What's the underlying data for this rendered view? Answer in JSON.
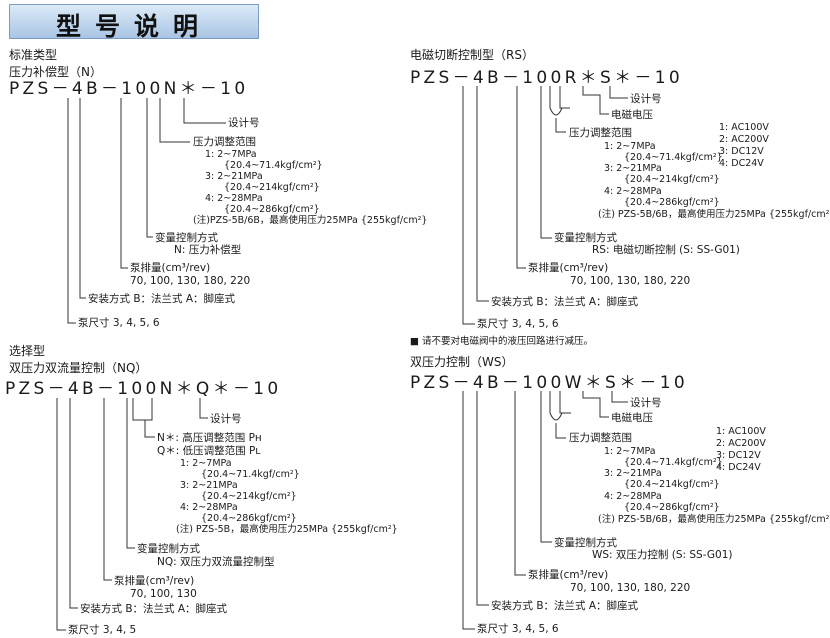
{
  "title": "型号说明",
  "note_general": "■ 请不要对电磁阀中的液压回路进行减压。",
  "n": {
    "section1": "标准类型",
    "section2": "压力补偿型（N）",
    "model": "PZS－4B－100N＊－10",
    "design": "设计号",
    "range_title": "压力调整范围",
    "r1": "1:  2~7MPa",
    "r1b": "{20.4~71.4kgf/cm²}",
    "r3": "3:  2~21MPa",
    "r3b": "{20.4~214kgf/cm²}",
    "r4": "4:  2~28MPa",
    "r4b": "{20.4~286kgf/cm²}",
    "note": "(注)PZS-5B/6B，最高使用压力25MPa {255kgf/cm²}",
    "ctrl_title": "变量控制方式",
    "ctrl_val": "N:  压力补偿型",
    "disp_title": "泵排量(cm³/rev)",
    "disp_val": "70, 100, 130, 180, 220",
    "mount": "安装方式   B：法兰式   A：脚座式",
    "size": "泵尺寸   3, 4, 5, 6"
  },
  "nq": {
    "section1": "选择型",
    "section2": "双压力双流量控制（NQ）",
    "model": "PZS－4B－100N＊Q＊－10",
    "design": "设计号",
    "nh": "N＊:  高压调整范围  Pн",
    "ql": "Q＊:  低压调整范围  Pʟ",
    "r1": "1:  2~7MPa",
    "r1b": "{20.4~71.4kgf/cm²}",
    "r3": "3:  2~21MPa",
    "r3b": "{20.4~214kgf/cm²}",
    "r4": "4:  2~28MPa",
    "r4b": "{20.4~286kgf/cm²}",
    "note": "(注)  PZS-5B，最高使用压力25MPa {255kgf/cm²}",
    "ctrl_title": "变量控制方式",
    "ctrl_val": "NQ:  双压力双流量控制型",
    "disp_title": "泵排量(cm³/rev)",
    "disp_val": "70, 100, 130",
    "mount": "安装方式   B：法兰式   A：脚座式",
    "size": "泵尺寸   3, 4, 5"
  },
  "rs": {
    "section": "电磁切断控制型（RS）",
    "model": "PZS－4B－100R＊S＊－10",
    "design": "设计号",
    "volt_title": "电磁电压",
    "v1": "1:   AC100V",
    "v2": "2:   AC200V",
    "v3": "3:   DC12V",
    "v4": "4:   DC24V",
    "range_title": "压力调整范围",
    "r1": "1:  2~7MPa",
    "r1b": "{20.4~71.4kgf/cm²}",
    "r3": "3:  2~21MPa",
    "r3b": "{20.4~214kgf/cm²}",
    "r4": "4:  2~28MPa",
    "r4b": "{20.4~286kgf/cm²}",
    "note": "(注)  PZS-5B/6B，最高使用压力25MPa {255kgf/cm²}",
    "ctrl_title": "变量控制方式",
    "ctrl_val": "RS:  电磁切断控制  (S: SS-G01)",
    "disp_title": "泵排量(cm³/rev)",
    "disp_val": "70, 100, 130, 180, 220",
    "mount": "安装方式   B：法兰式   A：脚座式",
    "size": "泵尺寸   3, 4, 5, 6"
  },
  "ws": {
    "section": "双压力控制（WS）",
    "model": "PZS－4B－100W＊S＊－10",
    "design": "设计号",
    "volt_title": "电磁电压",
    "v1": "1:   AC100V",
    "v2": "2:   AC200V",
    "v3": "3:   DC12V",
    "v4": "4:   DC24V",
    "range_title": "压力调整范围",
    "r1": "1:  2~7MPa",
    "r1b": "{20.4~71.4kgf/cm²}",
    "r3": "3:  2~21MPa",
    "r3b": "{20.4~214kgf/cm²}",
    "r4": "4:  2~28MPa",
    "r4b": "{20.4~286kgf/cm²}",
    "note": "(注)  PZS-5B/6B，最高使用压力25MPa {255kgf/cm²}",
    "ctrl_title": "变量控制方式",
    "ctrl_val": "WS:  双压力控制  (S: SS-G01)",
    "disp_title": "泵排量(cm³/rev)",
    "disp_val": "70, 100, 130, 180, 220",
    "mount": "安装方式   B：法兰式   A：脚座式",
    "size": "泵尺寸   3, 4, 5, 6"
  }
}
